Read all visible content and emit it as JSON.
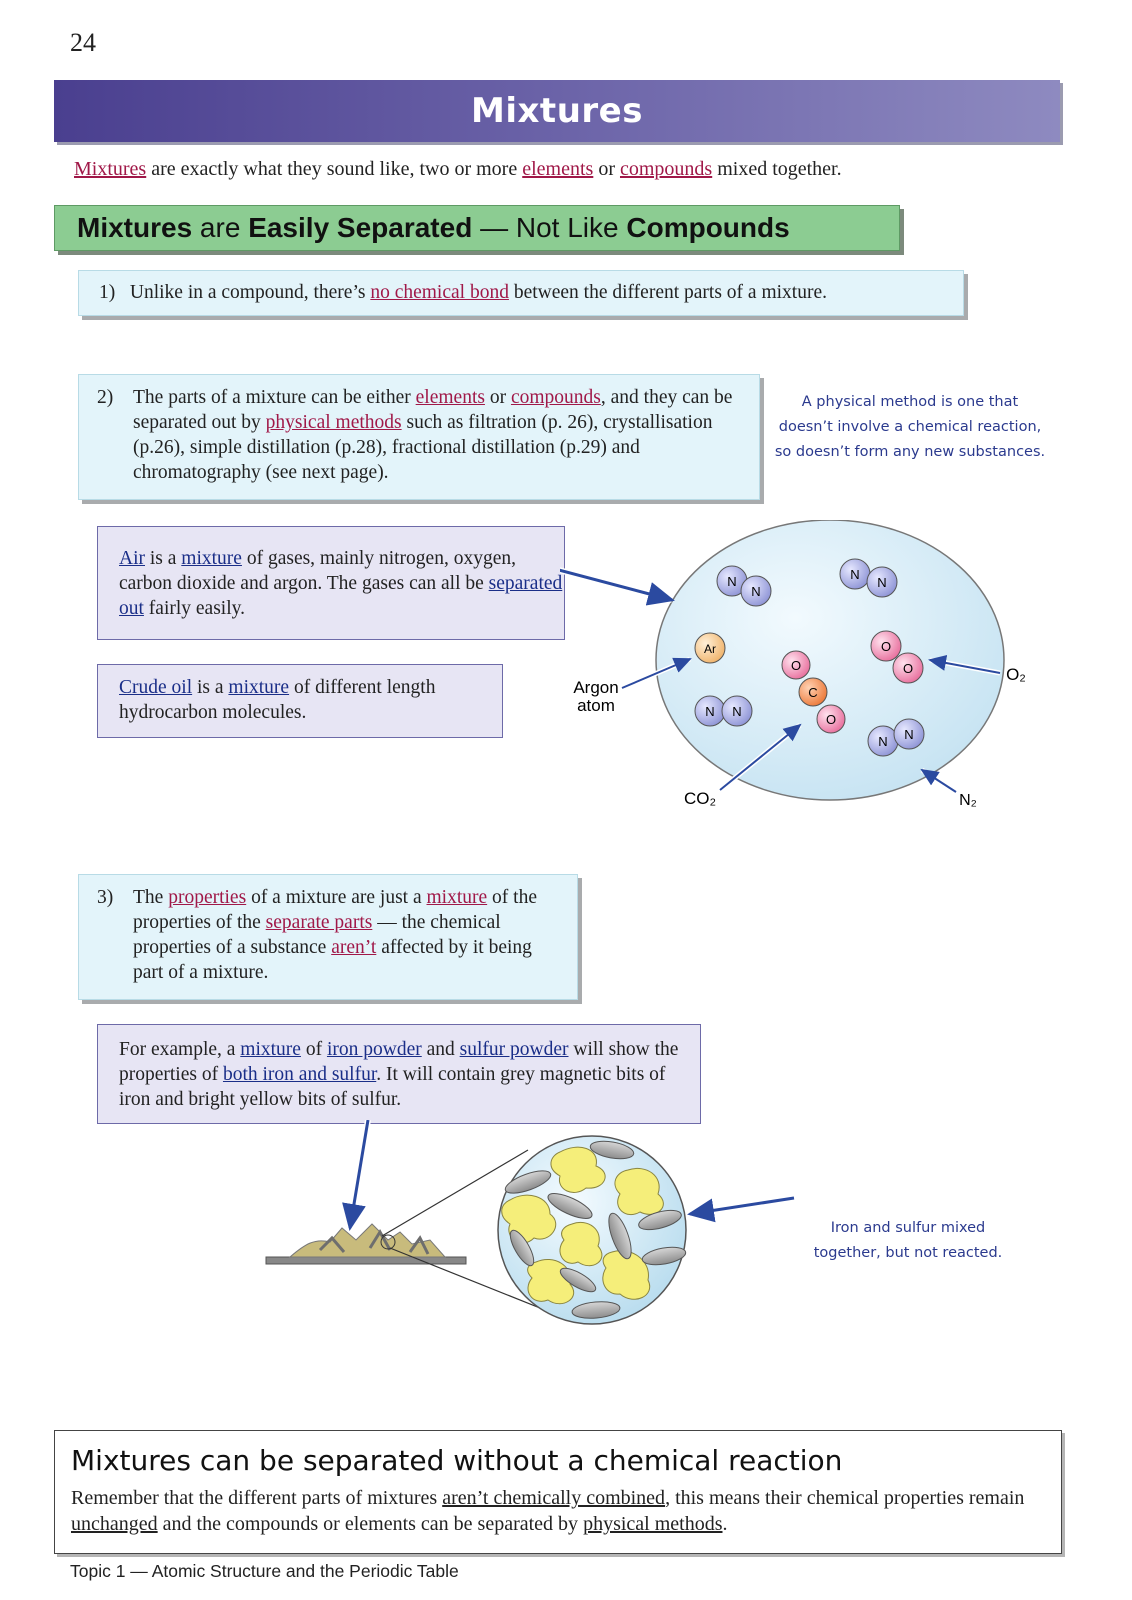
{
  "page_number": "24",
  "title": "Mixtures",
  "intro": {
    "t1": "Mixtures",
    "t2": " are exactly what they sound like, two or more ",
    "t3": "elements",
    "t4": " or ",
    "t5": "compounds",
    "t6": " mixed together."
  },
  "subheading": {
    "a": "Mixtures",
    "b": " are ",
    "c": "Easily Separated",
    "d": " — Not Like ",
    "e": "Compounds"
  },
  "point1": {
    "num": "1)",
    "a": "Unlike in a compound, there’s ",
    "b": "no chemical bond",
    "c": " between the different parts of a mixture."
  },
  "point2": {
    "num": "2)",
    "a": "The parts of a mixture can be either ",
    "b": "elements",
    "c": " or ",
    "d": "compounds",
    "e": ", and they can be separated out by ",
    "f": "physical methods",
    "g": " such as filtration (p. 26), crystallisation (p.26), simple distillation (p.28), fractional distillation (p.29) and chromatography (see next page)."
  },
  "note_physical": [
    "A physical method is one that",
    "doesn’t involve a chemical reaction,",
    "so doesn’t form any new substances."
  ],
  "air_box": {
    "a": "Air",
    "b": " is a ",
    "c": "mixture",
    "d": " of gases, mainly nitrogen, oxygen, carbon dioxide and argon. The gases can all be ",
    "e": "separated out",
    "f": " fairly easily."
  },
  "crude_box": {
    "a": "Crude oil",
    "b": " is a ",
    "c": "mixture",
    "d": " of different length hydrocarbon molecules."
  },
  "air_diagram": {
    "atom_labels": {
      "n": "N",
      "o": "O",
      "c": "C",
      "ar": "Ar"
    },
    "label_argon": [
      "Argon",
      "atom"
    ],
    "label_co2": "CO₂",
    "label_o2": "O₂",
    "label_n2": "N₂",
    "colors": {
      "n": "#aab0e4",
      "o": "#f2a0c0",
      "c": "#f2905a",
      "ar": "#f6c890",
      "bubble": "#dbeef8",
      "arrow": "#2b4aa0"
    }
  },
  "point3": {
    "num": "3)",
    "a": "The ",
    "b": "properties",
    "c": " of a mixture are just a ",
    "d": "mixture",
    "e": " of the properties of the ",
    "f": "separate parts",
    "g": " — the chemical properties of a substance ",
    "h": "aren’t",
    "i": " affected by it being part of a mixture."
  },
  "example_box": {
    "a": "For example, a ",
    "b": "mixture",
    "c": " of ",
    "d": "iron powder",
    "e": " and ",
    "f": "sulfur powder",
    "g": " will show the properties of ",
    "h": "both iron and sulfur",
    "i": ".  It will contain grey magnetic bits of iron and bright yellow bits of sulfur."
  },
  "note_iron": [
    "Iron and sulfur mixed",
    "together, but not reacted."
  ],
  "summary": {
    "heading": "Mixtures can be separated without a chemical reaction",
    "a": "Remember that the different parts of mixtures ",
    "b": "aren’t chemically combined",
    "c": ", this means their chemical properties remain ",
    "d": "unchanged",
    "e": " and the compounds or elements can be separated by ",
    "f": "physical methods",
    "g": "."
  },
  "footer": "Topic 1 — Atomic Structure and the Periodic Table",
  "colors": {
    "banner": "#5a519c",
    "subhead": "#8ccc92",
    "info_box": "#e3f4fa",
    "purple_box": "#e7e5f4",
    "link_red": "#a01848",
    "link_blue": "#1a2e88"
  }
}
